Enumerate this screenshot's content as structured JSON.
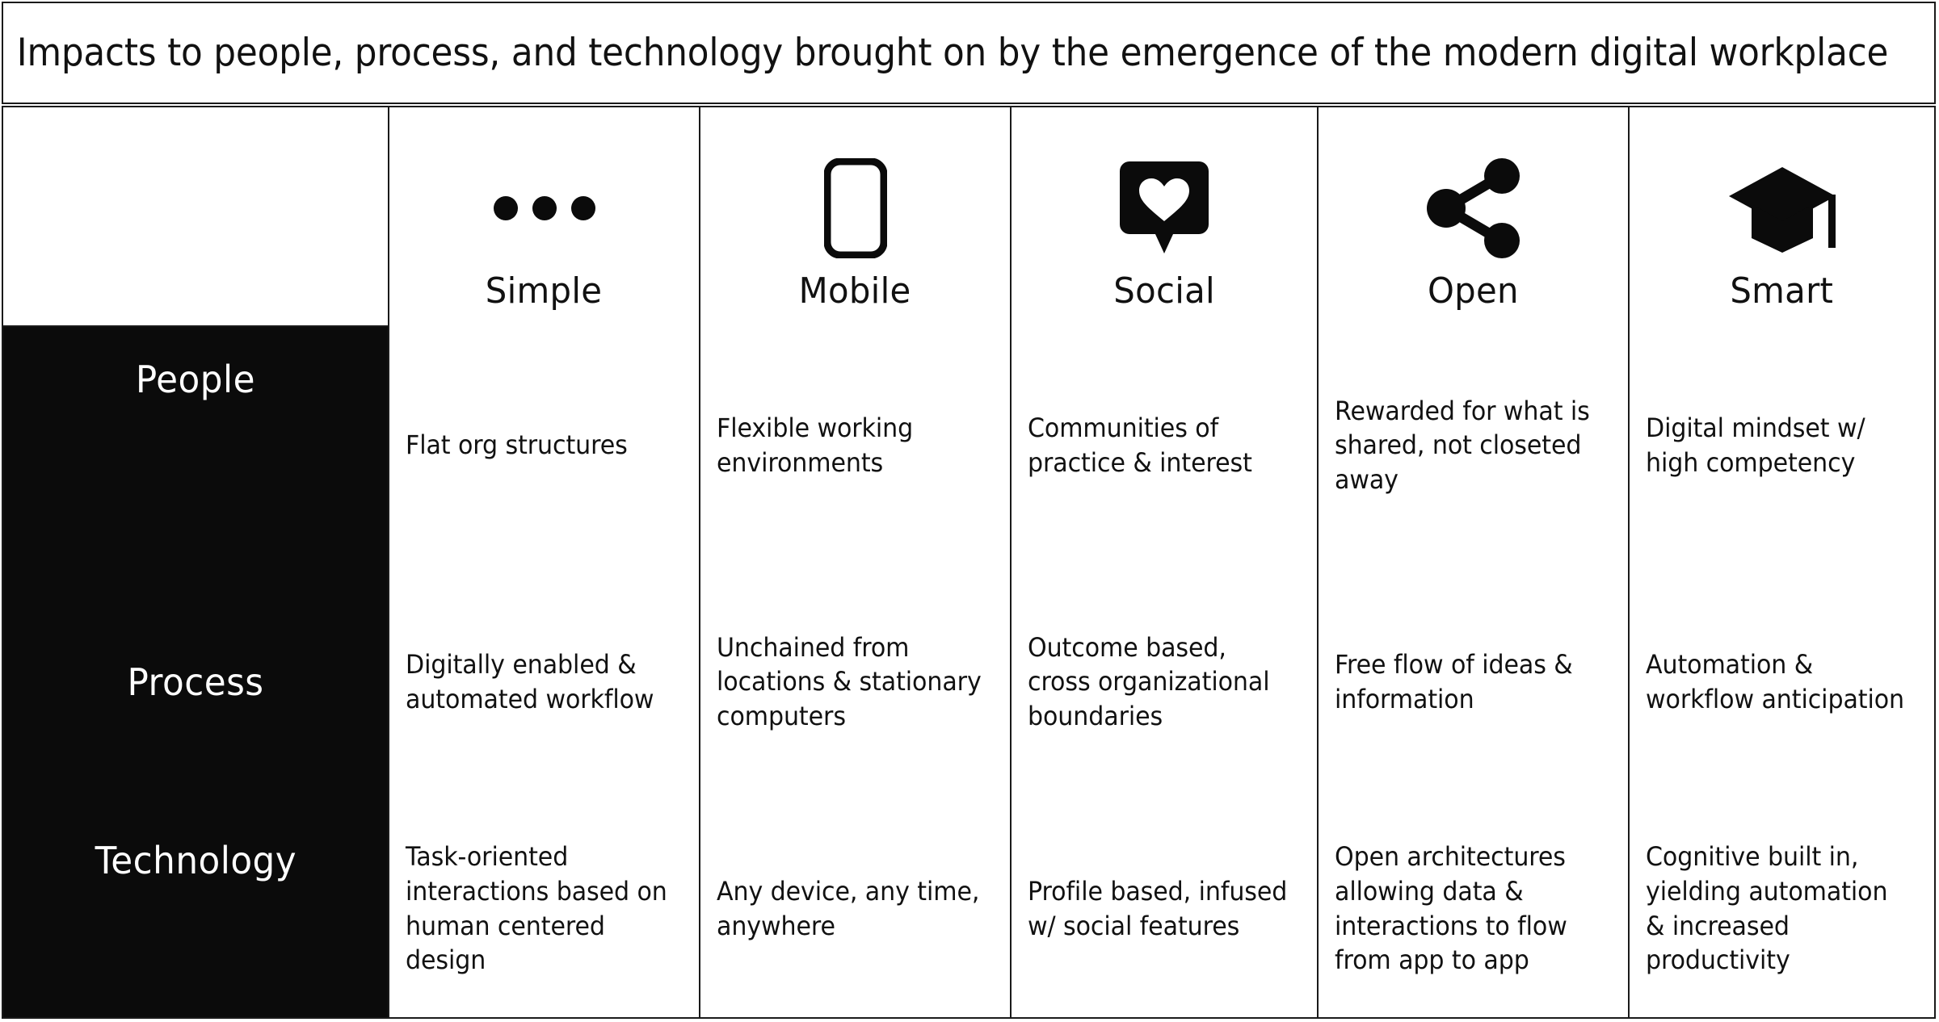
{
  "slide": {
    "title": "Impacts to people, process, and technology brought on by the emergence of the modern digital workplace"
  },
  "colors": {
    "ink": "#0b0b0b",
    "paper": "#ffffff",
    "row_label_bg": "#0b0b0b",
    "row_label_fg": "#ffffff",
    "border": "#1a1a1a"
  },
  "matrix": {
    "corner_label": "",
    "columns": [
      {
        "label": "Simple",
        "icon": "ellipsis-dots-icon"
      },
      {
        "label": "Mobile",
        "icon": "smartphone-icon"
      },
      {
        "label": "Social",
        "icon": "heart-speech-bubble-icon"
      },
      {
        "label": "Open",
        "icon": "share-nodes-icon"
      },
      {
        "label": "Smart",
        "icon": "graduation-cap-icon"
      }
    ],
    "rows": [
      {
        "label": "People",
        "cells": [
          "Flat org structures",
          "Flexible working environments",
          "Communities of practice & interest",
          "Rewarded for what is shared, not closeted away",
          "Digital mindset w/ high competency"
        ]
      },
      {
        "label": "Process",
        "cells": [
          "Digitally enabled & automated workflow",
          "Unchained from locations & stationary computers",
          "Outcome based, cross organizational boundaries",
          "Free flow of ideas & information",
          "Automation & workflow anticipation"
        ]
      },
      {
        "label": "Technology",
        "cells": [
          "Task-oriented interactions based on human centered design",
          "Any device, any time, anywhere",
          "Profile based, infused w/ social features",
          "Open architectures allowing data & interactions to flow from app to app",
          "Cognitive built in, yielding automation & increased productivity"
        ]
      }
    ]
  }
}
